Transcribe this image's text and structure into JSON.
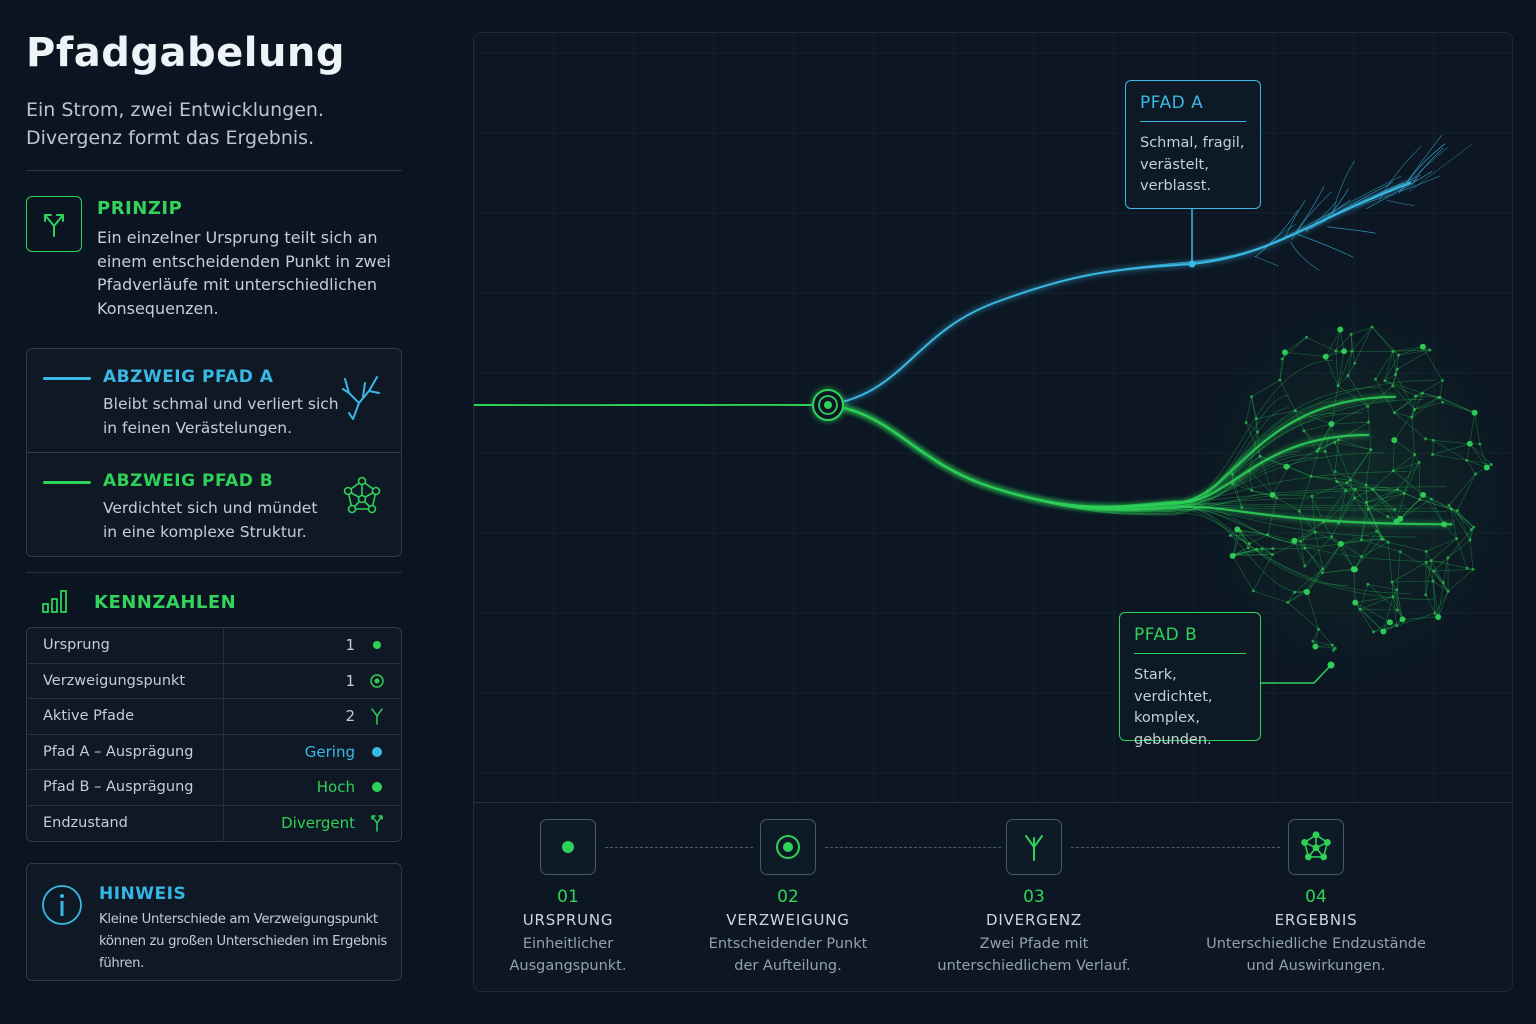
{
  "title": "Pfadgabelung",
  "subtitle_line1": "Ein Strom, zwei Entwicklungen.",
  "subtitle_line2": "Divergenz formt das Ergebnis.",
  "principle": {
    "heading": "PRINZIP",
    "text": "Ein einzelner Ursprung teilt sich an einem entscheidenden Punkt in zwei Pfadverläufe mit unterschiedlichen Konsequenzen.",
    "icon": "fork-icon"
  },
  "branches": [
    {
      "heading": "ABZWEIG PFAD A",
      "line1": "Bleibt schmal und verliert sich",
      "line2": "in feinen Verästelungen.",
      "color": "#3bb8e4",
      "icon": "branching-tree-icon"
    },
    {
      "heading": "ABZWEIG PFAD B",
      "line1": "Verdichtet sich und mündet",
      "line2": "in eine komplexe Struktur.",
      "color": "#2fd158",
      "icon": "network-icon"
    }
  ],
  "kpi": {
    "heading": "KENNZAHLEN",
    "icon": "bar-chart-icon",
    "rows": [
      {
        "label": "Ursprung",
        "value": "1",
        "value_color": "#c4ced7",
        "marker": "dot-green"
      },
      {
        "label": "Verzweigungspunkt",
        "value": "1",
        "value_color": "#c4ced7",
        "marker": "target-green"
      },
      {
        "label": "Aktive Pfade",
        "value": "2",
        "value_color": "#c4ced7",
        "marker": "fork-green"
      },
      {
        "label": "Pfad A – Ausprägung",
        "value": "Gering",
        "value_color": "#3bb8e4",
        "marker": "dot-blue"
      },
      {
        "label": "Pfad B – Ausprägung",
        "value": "Hoch",
        "value_color": "#2fd158",
        "marker": "dot-green"
      },
      {
        "label": "Endzustand",
        "value": "Divergent",
        "value_color": "#2fd158",
        "marker": "fork-green"
      }
    ]
  },
  "note": {
    "heading": "HINWEIS",
    "line1": "Kleine Unterschiede am Verzweigungspunkt",
    "line2": "können zu großen Unterschieden im Ergebnis führen.",
    "icon": "info-icon"
  },
  "callouts": {
    "a": {
      "heading": "PFAD A",
      "lines": [
        "Schmal, fragil,",
        "verästelt,",
        "verblasst."
      ]
    },
    "b": {
      "heading": "PFAD B",
      "lines": [
        "Stark, verdichtet,",
        "komplex,",
        "gebunden."
      ]
    }
  },
  "steps": [
    {
      "num": "01",
      "name": "URSPRUNG",
      "line1": "Einheitlicher",
      "line2": "Ausgangspunkt.",
      "icon": "dot-icon"
    },
    {
      "num": "02",
      "name": "VERZWEIGUNG",
      "line1": "Entscheidender Punkt",
      "line2": "der Aufteilung.",
      "icon": "target-icon"
    },
    {
      "num": "03",
      "name": "DIVERGENZ",
      "line1": "Zwei Pfade mit",
      "line2": "unterschiedlichem Verlauf.",
      "icon": "fork-icon"
    },
    {
      "num": "04",
      "name": "ERGEBNIS",
      "line1": "Unterschiedliche Endzustände",
      "line2": "und Auswirkungen.",
      "icon": "network-icon"
    }
  ],
  "colors": {
    "accent_green": "#2fd158",
    "accent_blue": "#3bb8e4",
    "background": "#0b1521"
  }
}
